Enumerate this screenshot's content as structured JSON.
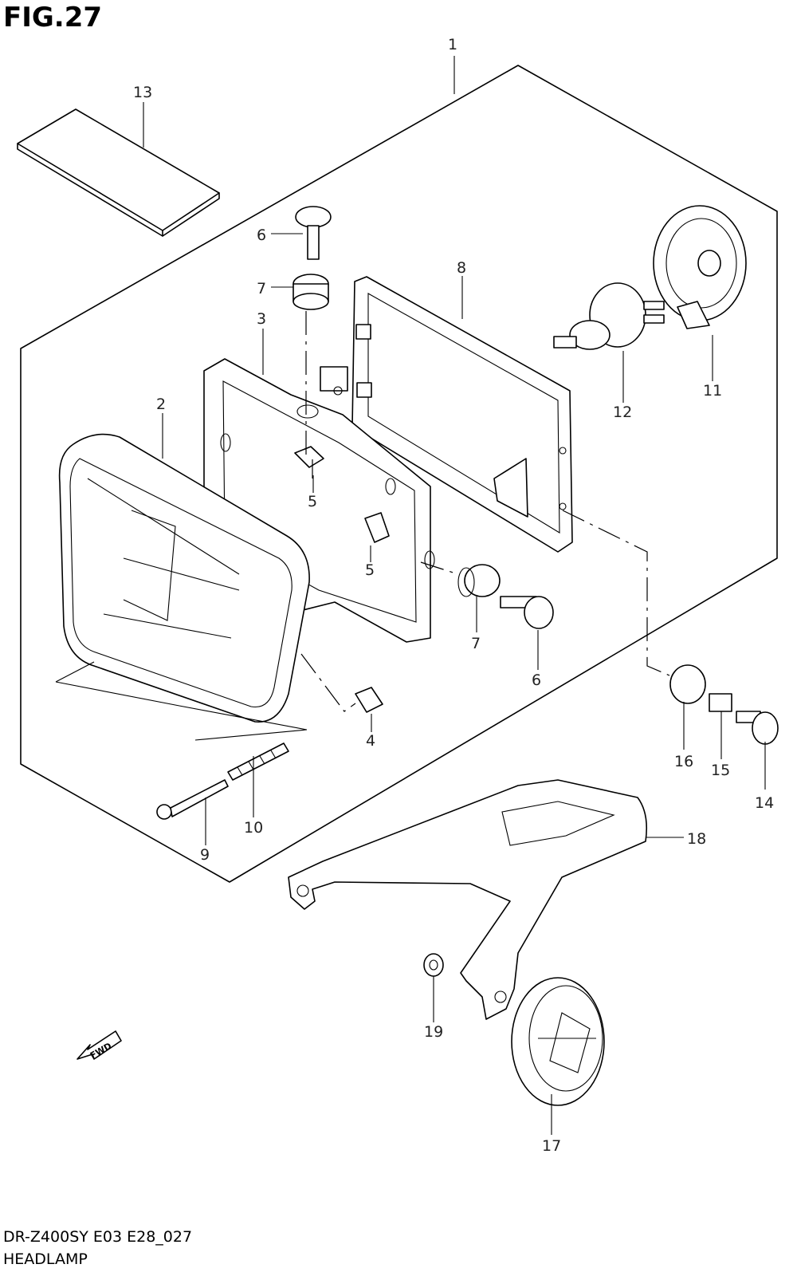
{
  "header": {
    "figure": "FIG.27"
  },
  "footer": {
    "model_code": "DR-Z400SY E03 E28_027",
    "diagram_name": "HEADLAMP"
  },
  "fwd_arrow": {
    "label": "FWD"
  },
  "callouts": [
    {
      "id": "1",
      "part": "headlamp-assembly"
    },
    {
      "id": "2",
      "part": "headlamp-lens"
    },
    {
      "id": "3",
      "part": "headlamp-housing"
    },
    {
      "id": "4",
      "part": "nut"
    },
    {
      "id": "5",
      "part": "nut"
    },
    {
      "id": "5",
      "part": "nut"
    },
    {
      "id": "6",
      "part": "screw"
    },
    {
      "id": "6",
      "part": "screw"
    },
    {
      "id": "7",
      "part": "cushion"
    },
    {
      "id": "7",
      "part": "cushion"
    },
    {
      "id": "8",
      "part": "headlamp-frame"
    },
    {
      "id": "9",
      "part": "screw"
    },
    {
      "id": "10",
      "part": "spring"
    },
    {
      "id": "11",
      "part": "socket-cover"
    },
    {
      "id": "12",
      "part": "bulb"
    },
    {
      "id": "13",
      "part": "label"
    },
    {
      "id": "14",
      "part": "bolt"
    },
    {
      "id": "15",
      "part": "collar"
    },
    {
      "id": "16",
      "part": "cushion"
    },
    {
      "id": "17",
      "part": "reflector"
    },
    {
      "id": "18",
      "part": "bracket"
    },
    {
      "id": "19",
      "part": "nut"
    }
  ]
}
